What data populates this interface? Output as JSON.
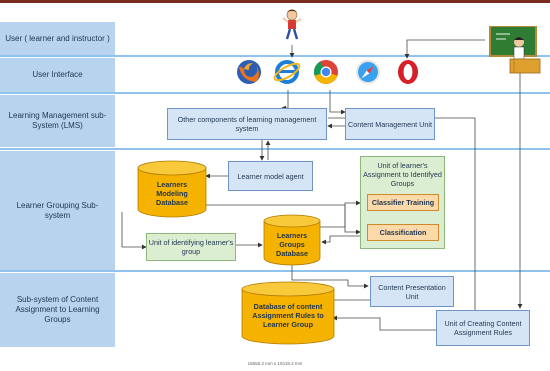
{
  "lanes": [
    {
      "label": "User ( learner and instructor )"
    },
    {
      "label": "User Interface"
    },
    {
      "label": "Learning Management sub-System (LMS)"
    },
    {
      "label": "Learner Grouping Sub-system"
    },
    {
      "label": "Sub-system of Content Assignment to Learning Groups"
    }
  ],
  "boxes": {
    "other_lms": "Other components of learning management system",
    "content_mgmt": "Content Management Unit",
    "learner_model_agent": "Learner model agent",
    "identify_group": "Unit of identifying learner's group",
    "assignment_panel": "Unit of learner's Assignment to Identifyed Groups",
    "classifier_training": "Classifier Training",
    "classification": "Classification",
    "content_presentation": "Content Presentation Unit",
    "creating_rules": "Unit of Creating Content Assignment Rules"
  },
  "databases": {
    "modeling_db": "Learners Modeling Database",
    "groups_db": "Learners Groups Database",
    "rules_db": "Database of content Assignment Rules to Learner Group"
  },
  "browsers": [
    "firefox-icon",
    "internet-explorer-icon",
    "chrome-icon",
    "safari-icon",
    "opera-icon"
  ],
  "footnote": "16655.3 mm x 10418.2 mm",
  "colors": {
    "lane": "#b8d3ee",
    "box_blue": "#d6e5f6",
    "box_green": "#dbeed2",
    "database": "#f5b300",
    "orange": "#fbd9a8"
  }
}
